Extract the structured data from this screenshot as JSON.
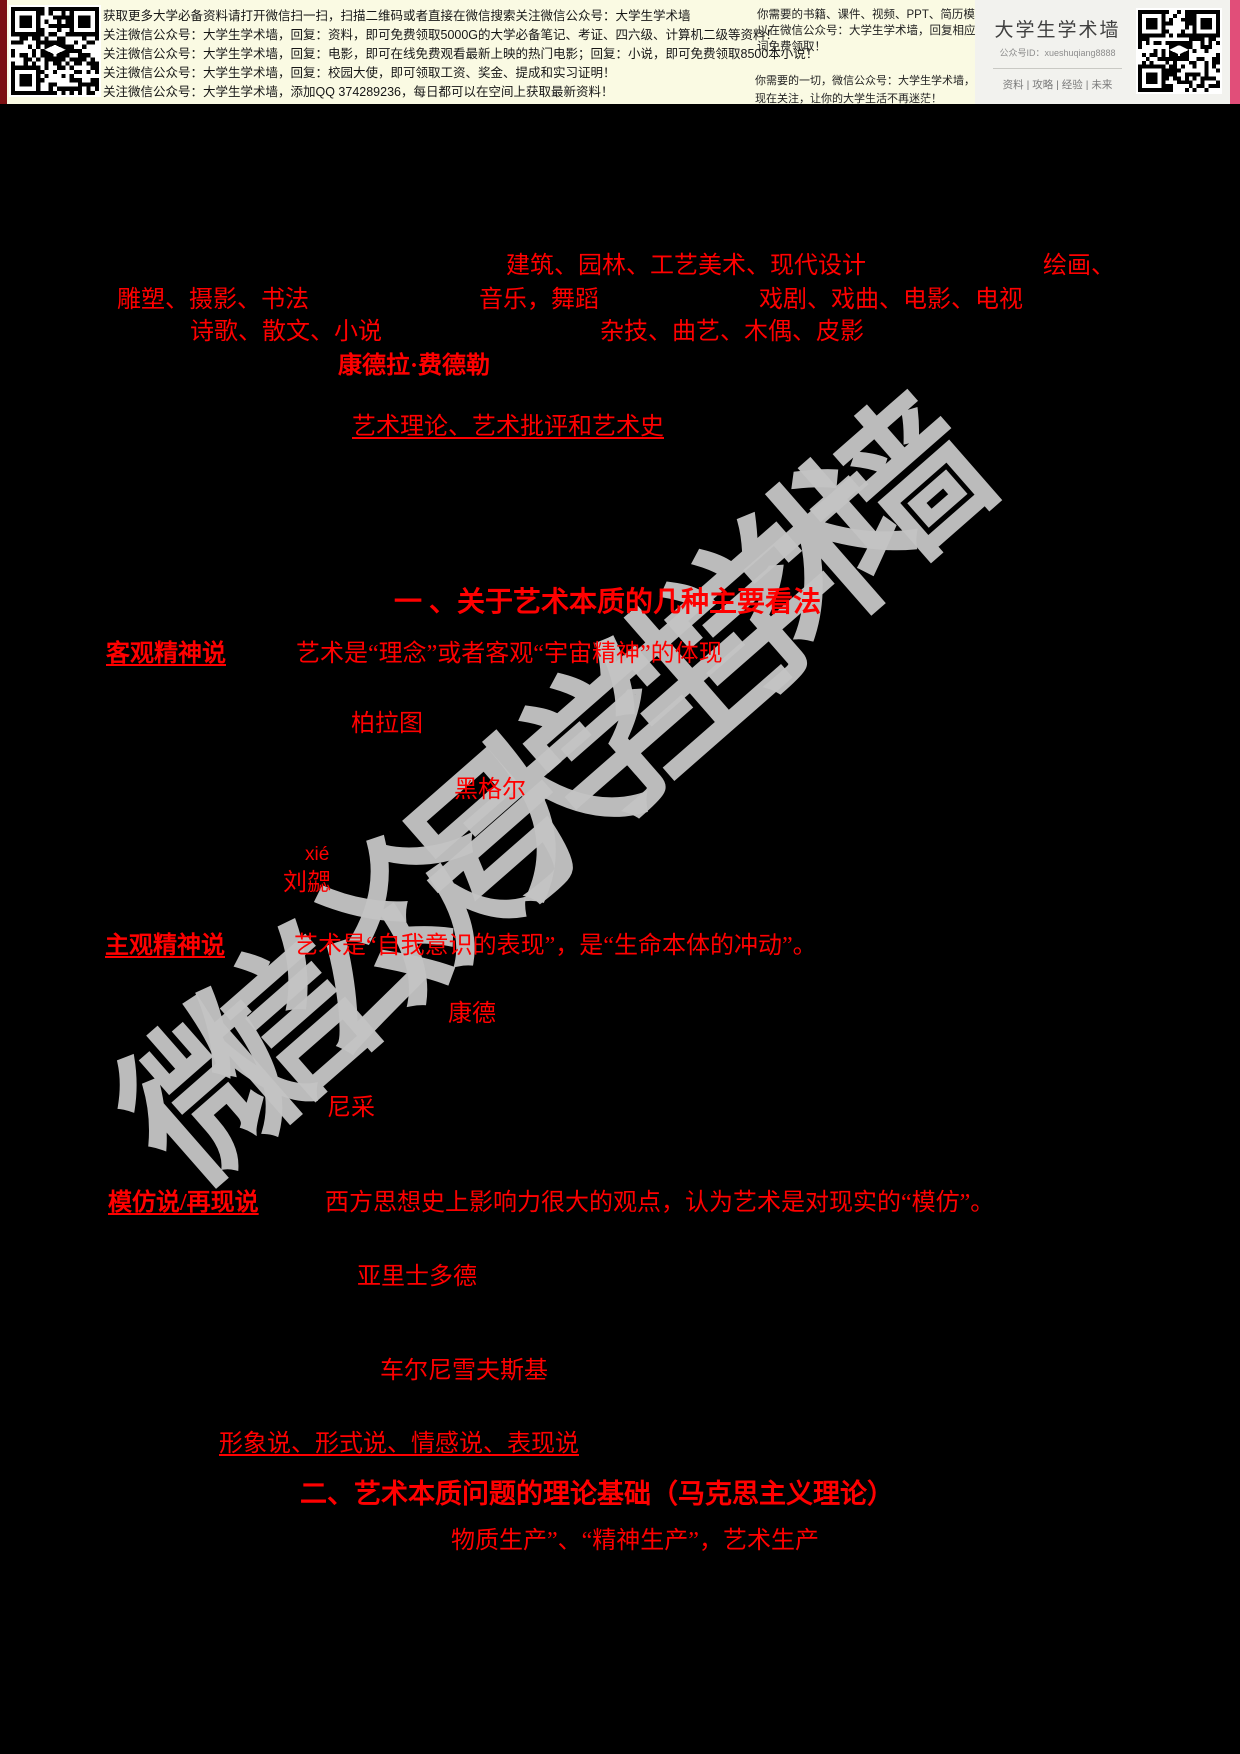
{
  "banner": {
    "promo_lines": [
      "获取更多大学必备资料请打开微信扫一扫，扫描二维码或者直接在微信搜索关注微信公众号：大学生学术墙",
      "关注微信公众号：大学生学术墙，回复：资料，即可免费领取5000G的大学必备笔记、考证、四六级、计算机二级等资料！",
      "关注微信公众号：大学生学术墙，回复：电影，即可在线免费观看最新上映的热门电影；回复：小说，即可免费领取8500本小说！",
      "关注微信公众号：大学生学术墙，回复：校园大使，即可领取工资、奖金、提成和实习证明！",
      "关注微信公众号：大学生学术墙，添加QQ 374289236，每日都可以在空间上获取最新资料！"
    ],
    "side_note_top": "你需要的书籍、课件、视频、PPT、简历模板都可以在微信公众号：大学生学术墙，回复相应的关键词免费领取！",
    "side_note_bottom1": "你需要的一切，微信公众号：大学生学术墙，都有！",
    "side_note_bottom2": "现在关注，让你的大学生活不再迷茫！",
    "logo_card": {
      "title": "大学生学术墙",
      "account_id": "公众号ID：xueshuqiang8888",
      "tags": "资料 | 攻略 | 经验 | 未来"
    },
    "qr_left_icon": "wechat-qr-code",
    "qr_right_icon": "wechat-qr-code"
  },
  "watermark": "微信公众号 大学生学术墙",
  "content": {
    "art_forms_line1a": "建筑、园林、工艺美术、现代设计",
    "art_forms_line1b": "绘画、",
    "art_forms_line2a": "雕塑、摄影、书法",
    "art_forms_line2b": "音乐，舞蹈",
    "art_forms_line2c": "戏剧、戏曲、电影、电视",
    "art_forms_line3a": "诗歌、散文、小说",
    "art_forms_line3b": "杂技、曲艺、木偶、皮影",
    "fiedler_name": "康德拉·费德勒",
    "art_disciplines": "艺术理论、艺术批评和艺术史",
    "section1_heading": "一 、关于艺术本质的几种主要看法",
    "objective_label": "客观精神说",
    "objective_text": "艺术是“理念”或者客观“宇宙精神”的体现",
    "plato": "柏拉图",
    "hegel": "黑格尔",
    "pinyin_xie": "xié",
    "liu_xie": "刘勰",
    "subjective_label": "主观精神说",
    "subjective_text": "艺术是“自我意识的表现”，是“生命本体的冲动”。",
    "kant": "康德",
    "nietzsche": "尼采",
    "imitation_label": "模仿说/再现说",
    "imitation_text": "西方思想史上影响力很大的观点，认为艺术是对现实的“模仿”。",
    "aristotle": "亚里士多德",
    "chernyshevsky": "车尔尼雪夫斯基",
    "other_theories": "形象说、形式说、情感说、表现说",
    "section2_heading": "二、艺术本质问题的理论基础（马克思主义理论）",
    "production_line": "物质生产”、“精神生产”，艺术生产"
  },
  "colors": {
    "text_red": "#ff0000",
    "banner_bg": "#fafae3",
    "card_bg": "#f2f2ee",
    "watermark_gray": "#c3c3c3",
    "strip_left": "#7c1113",
    "strip_right": "#e14e79"
  }
}
